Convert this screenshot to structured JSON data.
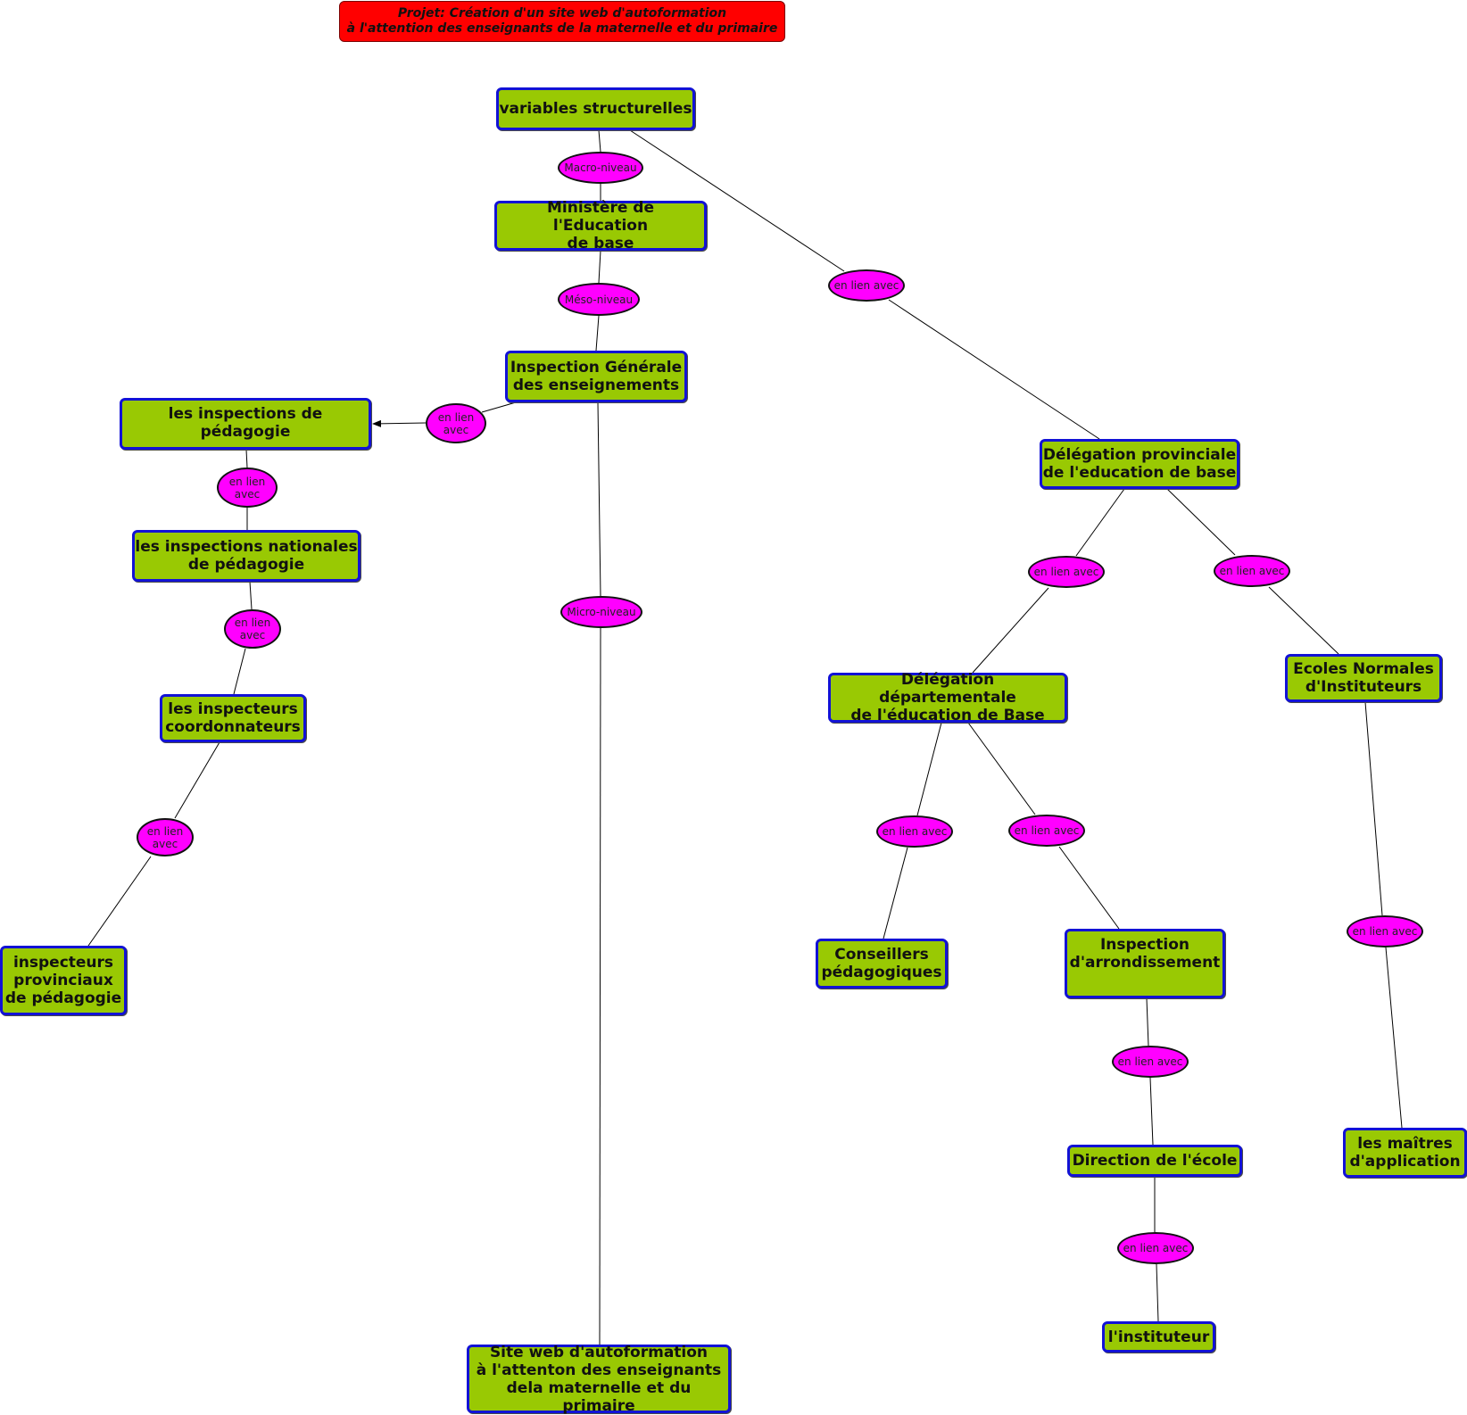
{
  "project": {
    "line1": "Projet: Création d'un site web d'autoformation",
    "line2": "à l'attention des enseignants de la maternelle et du  primaire"
  },
  "concepts": {
    "variables": [
      "variables structurelles"
    ],
    "ministere": [
      "Ministère de l'Education",
      "de base"
    ],
    "inspection_generale": [
      "Inspection Générale",
      "des enseignements"
    ],
    "inspections_pedagogie": [
      "les inspections de pédagogie"
    ],
    "inspections_nationales": [
      "les inspections nationales",
      "de pédagogie"
    ],
    "inspecteurs_coordonnateurs": [
      "les inspecteurs",
      "coordonnateurs"
    ],
    "inspecteurs_provinciaux": [
      "inspecteurs",
      "provinciaux",
      "de pédagogie"
    ],
    "site_web": [
      "Site web d'autoformation",
      "à l'attenton des enseignants",
      "dela maternelle et du primaire"
    ],
    "delegation_provinciale": [
      "Délégation provinciale",
      "de l'education de base"
    ],
    "delegation_departementale": [
      "Délégation départementale",
      "de l'éducation de Base"
    ],
    "ecoles_normales": [
      "Ecoles Normales",
      "d'Instituteurs"
    ],
    "conseillers": [
      "Conseillers",
      "pédagogiques"
    ],
    "inspection_arrondissement": [
      "Inspection",
      "d'arrondissement"
    ],
    "direction_ecole": [
      "Direction de l'école"
    ],
    "instituteur": [
      "l'instituteur"
    ],
    "maitres_application": [
      "les maîtres",
      "d'application"
    ]
  },
  "linking_phrases": {
    "macro": [
      "Macro-niveau"
    ],
    "meso": [
      "Méso-niveau"
    ],
    "micro": [
      "Micro-niveau"
    ],
    "var_deleg": [
      "en lien avec"
    ],
    "ig_insp": [
      "en lien",
      "avec"
    ],
    "insp_nat": [
      "en lien",
      "avec"
    ],
    "nat_coord": [
      "en lien",
      "avec"
    ],
    "coord_prov": [
      "en lien",
      "avec"
    ],
    "deleg_dep": [
      "en lien avec"
    ],
    "deleg_en": [
      "en lien avec"
    ],
    "dep_cons": [
      "en lien avec"
    ],
    "dep_arr": [
      "en lien avec"
    ],
    "arr_dir": [
      "en lien avec"
    ],
    "dir_inst": [
      "en lien avec"
    ],
    "en_maitres": [
      "en lien avec"
    ]
  },
  "colors": {
    "title_fill": "#ff0000",
    "concept_fill": "#99c903",
    "concept_border": "#1212d6",
    "link_fill": "#ff00ff",
    "link_border": "#111111",
    "edge": "#000000"
  }
}
